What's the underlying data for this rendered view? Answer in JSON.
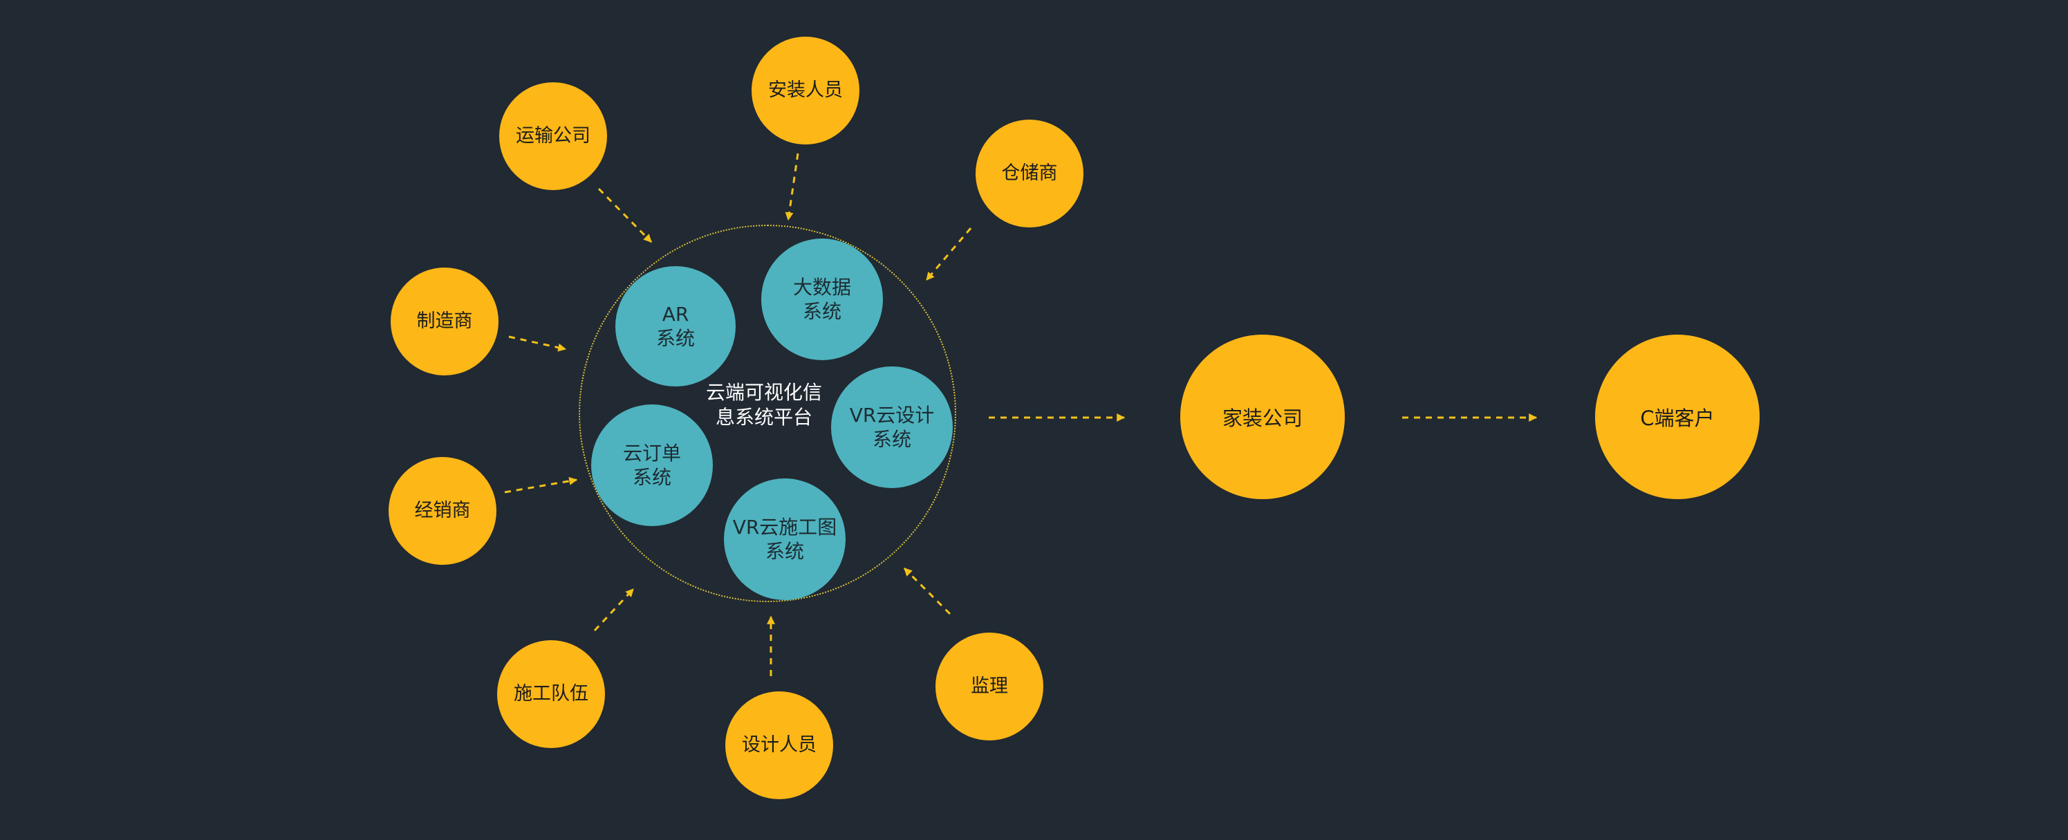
{
  "colors": {
    "background": "#212932",
    "stakeholder": "#FDB717",
    "subsystem": "#4EB3BE",
    "arrow": "#F2C21B"
  },
  "platform": {
    "label": "云端可视化信\n息系统平台"
  },
  "stakeholders": {
    "transport": "运输公司",
    "installer": "安装人员",
    "warehouse": "仓储商",
    "manufacturer": "制造商",
    "distributor": "经销商",
    "construction_team": "施工队伍",
    "designer": "设计人员",
    "supervisor": "监理"
  },
  "subsystems": {
    "ar": "AR\n系统",
    "big_data": "大数据\n系统",
    "vr_design": "VR云设计\n系统",
    "cloud_order": "云订单\n系统",
    "vr_construction": "VR云施工图\n系统"
  },
  "downstream": {
    "home_decor_company": "家装公司",
    "c_customer": "C端客户"
  }
}
